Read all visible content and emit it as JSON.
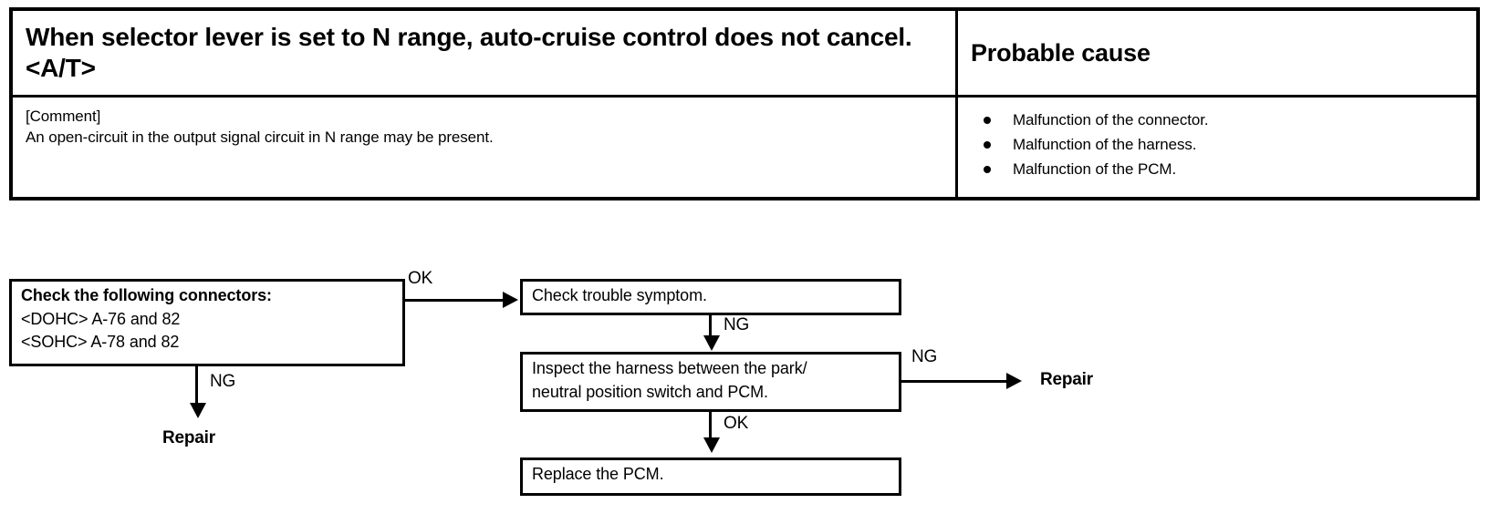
{
  "table": {
    "symptom_header": "When selector lever is set to N range, auto-cruise control does not  cancel. <A/T>",
    "cause_header": "Probable cause",
    "comment_label": "[Comment]",
    "comment_text": "An open-circuit in the output signal circuit in N range may be present.",
    "causes": [
      "Malfunction of the connector.",
      "Malfunction of the harness.",
      "Malfunction of the PCM."
    ]
  },
  "flowchart": {
    "boxes": {
      "connectors": {
        "line1": "Check the following connectors:",
        "line2": "<DOHC> A-76 and 82",
        "line3": "<SOHC> A-78 and 82"
      },
      "check_symptom": "Check trouble symptom.",
      "inspect_harness": {
        "line1": "Inspect the harness between the park/",
        "line2": "neutral position switch and PCM."
      },
      "replace_pcm": "Replace the PCM."
    },
    "labels": {
      "ok_connectors_to_symptom": "OK",
      "ng_connectors_to_repair": "NG",
      "ng_symptom_to_harness": "NG",
      "ng_harness_to_repair": "NG",
      "ok_harness_to_replace": "OK"
    },
    "terminals": {
      "repair_left": "Repair",
      "repair_right": "Repair"
    }
  },
  "colors": {
    "ink": "#000000",
    "page": "#ffffff"
  }
}
